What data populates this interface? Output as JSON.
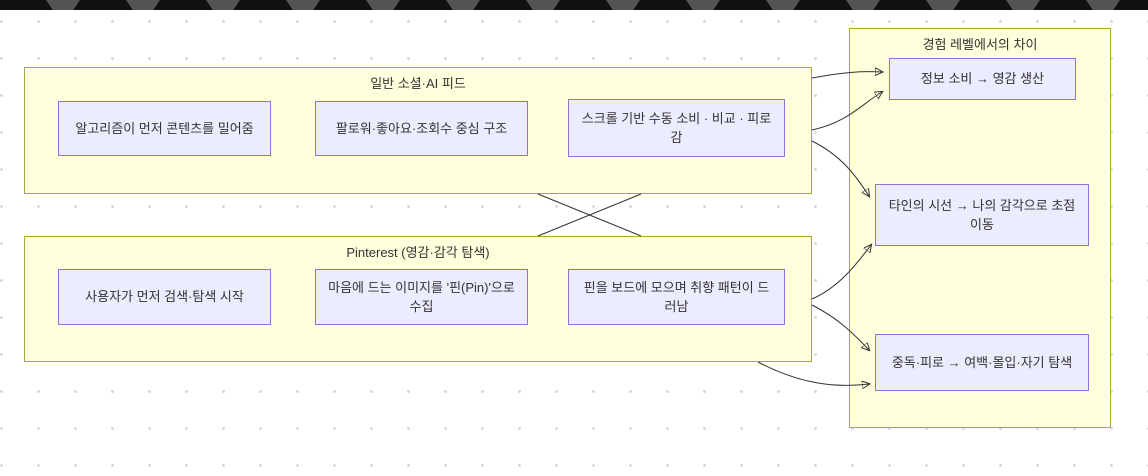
{
  "top_strip": {
    "notch_count": 14
  },
  "diagram": {
    "groups": [
      {
        "title": "일반 소셜·AI 피드",
        "nodes": [
          {
            "label": "알고리즘이 먼저 콘텐츠를 밀어줌"
          },
          {
            "label": "팔로워·좋아요·조회수 중심 구조"
          },
          {
            "label": "스크롤 기반 수동 소비 · 비교 · 피로감"
          }
        ]
      },
      {
        "title": "Pinterest (영감·감각 탐색)",
        "nodes": [
          {
            "label": "사용자가 먼저 검색·탐색 시작"
          },
          {
            "label": "마음에 드는 이미지를 '핀(Pin)'으로 수집"
          },
          {
            "label": "핀을 보드에 모으며 취향 패턴이 드러남"
          }
        ]
      },
      {
        "title": "경험 레벨에서의 차이",
        "nodes": [
          {
            "label": "정보 소비 → 영감 생산"
          },
          {
            "label": "타인의 시선 → 나의 감각으로 초점 이동"
          },
          {
            "label": "중독·피로 → 여백·몰입·자기 탐색"
          }
        ]
      }
    ],
    "edges": [
      {
        "from": "일반 소셜·AI 피드",
        "to": "정보 소비 → 영감 생산"
      },
      {
        "from": "일반 소셜·AI 피드",
        "to": "정보 소비 → 영감 생산"
      },
      {
        "from": "일반 소셜·AI 피드",
        "to": "타인의 시선 → 나의 감각으로 초점 이동"
      },
      {
        "from": "일반 소셜·AI 피드",
        "to": "Pinterest (영감·감각 탐색)",
        "type": "cross"
      },
      {
        "from": "Pinterest (영감·감각 탐색)",
        "to": "일반 소셜·AI 피드",
        "type": "cross"
      },
      {
        "from": "Pinterest (영감·감각 탐색)",
        "to": "타인의 시선 → 나의 감각으로 초점 이동"
      },
      {
        "from": "Pinterest (영감·감각 탐색)",
        "to": "중독·피로 → 여백·몰입·자기 탐색"
      },
      {
        "from": "Pinterest (영감·감각 탐색)",
        "to": "중독·피로 → 여백·몰입·자기 탐색"
      }
    ],
    "colors": {
      "group_fill": "#ffffde",
      "group_border": "#aaaa33",
      "node_fill": "#ececff",
      "node_border": "#9370db",
      "edge": "#333333",
      "dot": "#d9d9d9",
      "strip": "#101010"
    }
  }
}
